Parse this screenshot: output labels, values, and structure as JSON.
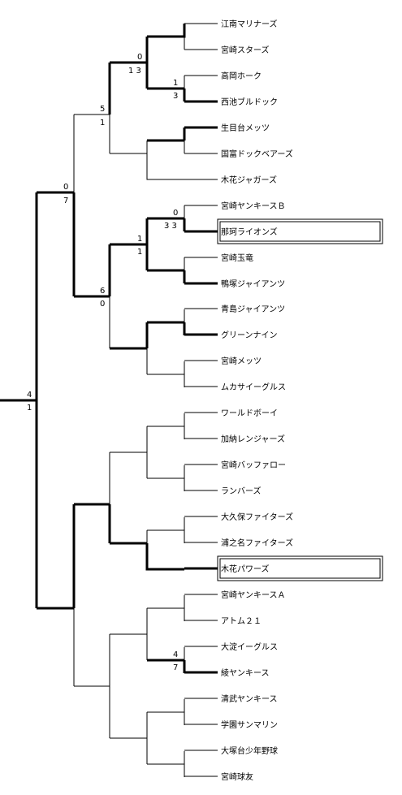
{
  "teams": [
    "江南マリナーズ",
    "宮崎スターズ",
    "高岡ホーク",
    "西池ブルドック",
    "生目台メッツ",
    "国富ドックベアーズ",
    "木花ジャガーズ",
    "宮崎ヤンキースＢ",
    "那珂ライオンズ",
    "宮崎玉竜",
    "鴨塚ジャイアンツ",
    "青島ジャイアンツ",
    "グリーンナイン",
    "宮崎メッツ",
    "ムカサイーグルス",
    "ワールドボーイ",
    "加納レンジャーズ",
    "宮崎バッファロー",
    "ランバーズ",
    "大久保ファイターズ",
    "浦之名ファイターズ",
    "木花パワーズ",
    "宮崎ヤンキースＡ",
    "アトム２１",
    "大淀イーグルス",
    "綾ヤンキース",
    "清武ヤンキース",
    "学園サンマリン",
    "大塚台少年野球",
    "宮崎球友"
  ],
  "highlighted_teams": [
    "那珂ライオンズ",
    "木花パワーズ"
  ],
  "scores": {
    "r3_top_winner": "0",
    "r3_top_loser": "1 3",
    "r2_takaoka": "1",
    "r2_nishiike": "3",
    "r4_a_top": "5",
    "r4_a_bottom": "1",
    "r5_top": "0",
    "r5_bottom": "7",
    "r2_nakasaki_top": "0",
    "r2_nakasaki_bottom": "3 3",
    "r3_naka_top": "1",
    "r3_naka_bottom": "1",
    "r4_b_top": "6",
    "r4_b_bottom": "0",
    "final_top": "4",
    "final_bottom": "1",
    "r2_aya_top": "4",
    "r2_aya_bottom": "7"
  }
}
